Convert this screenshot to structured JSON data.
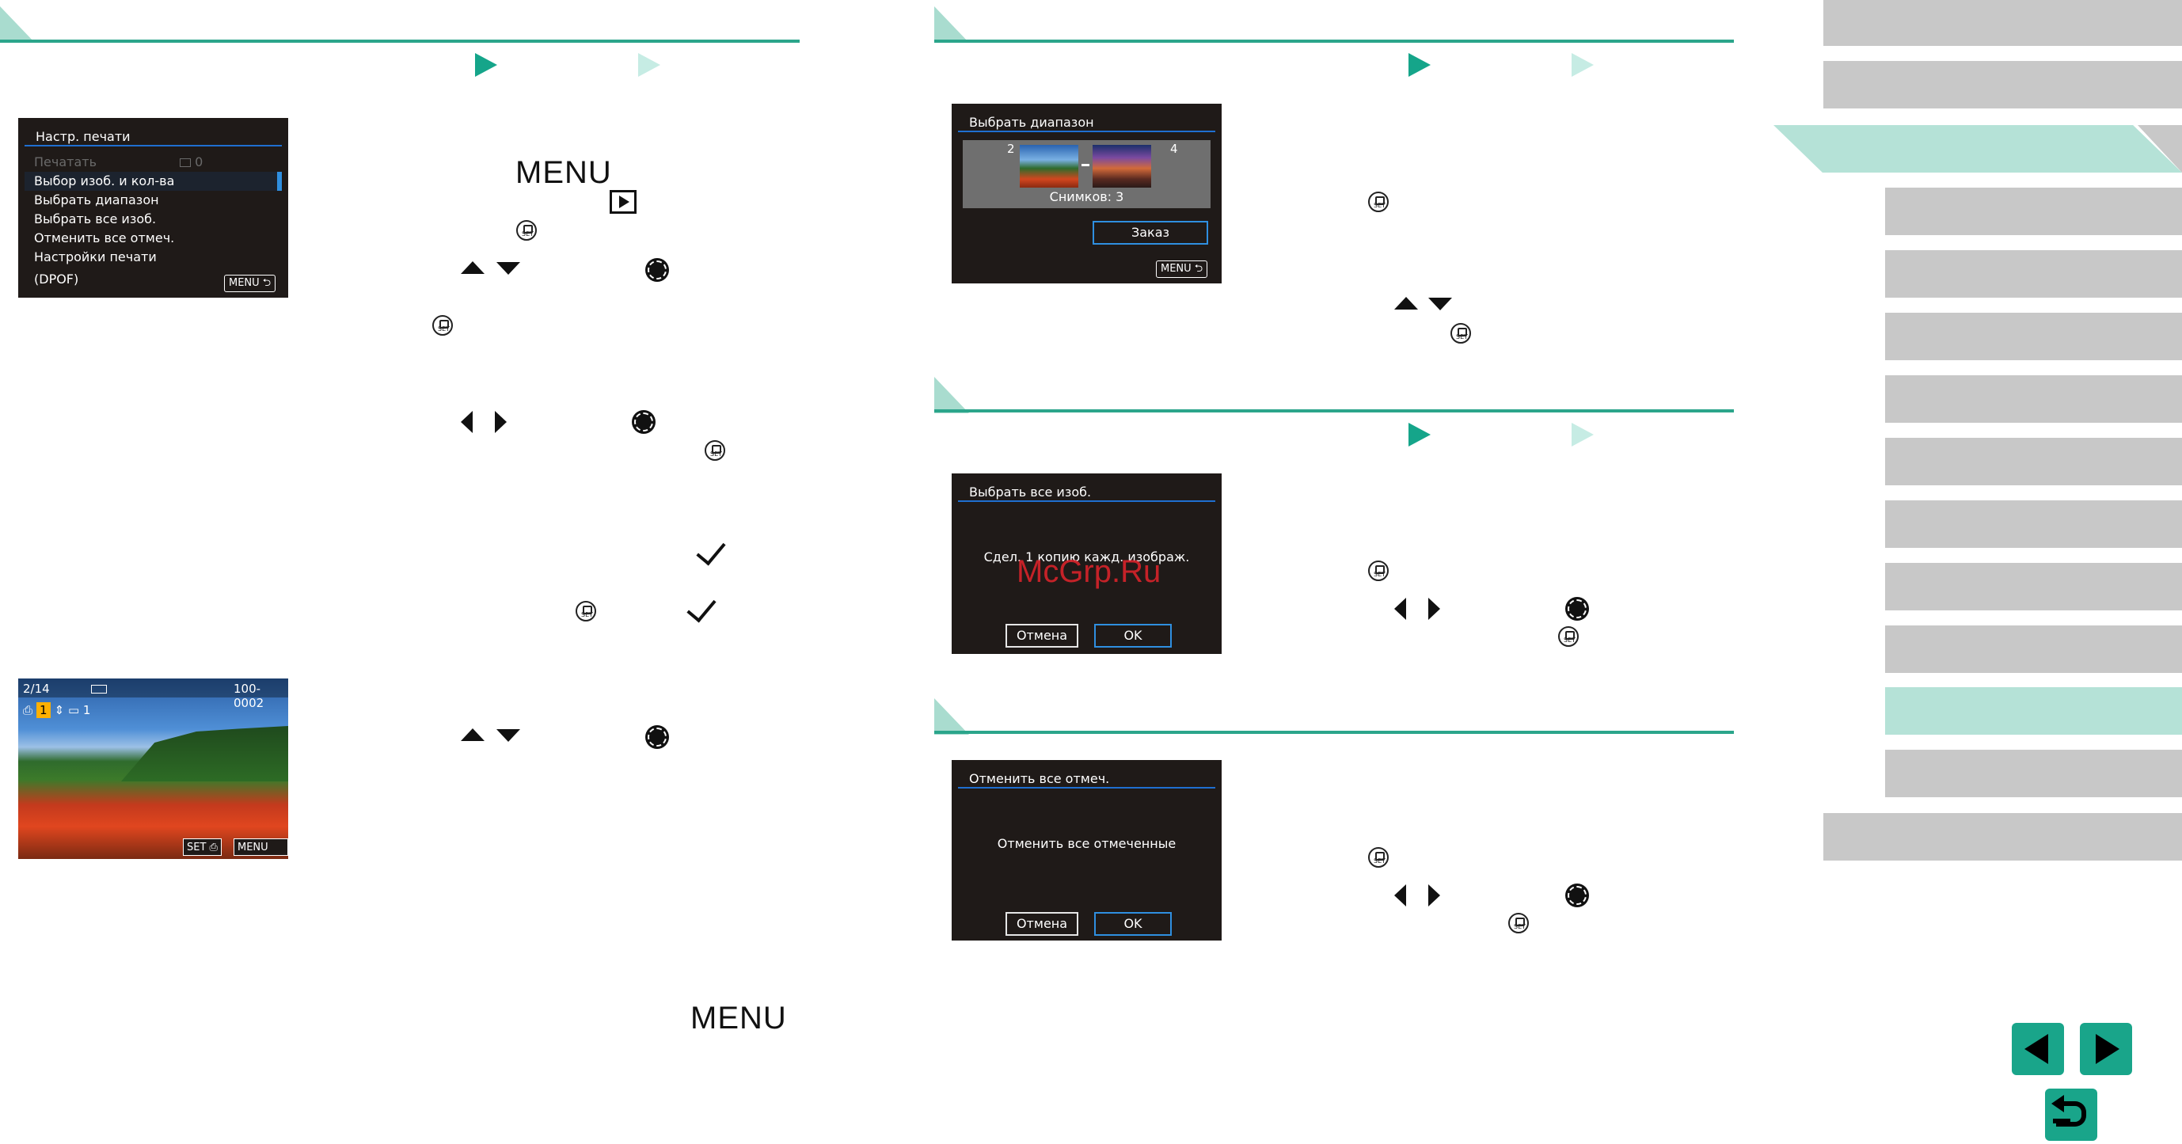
{
  "print_settings_screen": {
    "title": "Настр. печати",
    "rows": [
      "Печатать",
      "Выбор изоб. и кол-ва",
      "Выбрать диапазон",
      "Выбрать все изоб.",
      "Отменить все отмеч.",
      "Настройки печати",
      "(DPOF)"
    ],
    "print_count": "0",
    "menu_badge": "MENU"
  },
  "select_range_screen": {
    "title": "Выбрать диапазон",
    "start_num": "2",
    "end_num": "4",
    "shots_label": "Снимков: 3",
    "order_button": "Заказ",
    "menu_badge": "MENU"
  },
  "select_all_screen": {
    "title": "Выбрать все изоб.",
    "message": "Сдел. 1 копию кажд. изображ.",
    "cancel": "Отмена",
    "ok": "OK"
  },
  "cancel_all_screen": {
    "title": "Отменить все отмеч.",
    "message": "Отменить все отмеченные",
    "cancel": "Отмена",
    "ok": "OK"
  },
  "playback_screen": {
    "counter": "2/14",
    "file_no": "100-0002",
    "copies": "1",
    "copies_total": "1",
    "set_badge": "SET",
    "menu_badge": "MENU",
    "ok_label": "OK"
  },
  "steps": {
    "menu_word_top": "MENU",
    "menu_word_bottom": "MENU",
    "set_label": "SET"
  },
  "watermark": "McGrp.Ru",
  "colors": {
    "accent": "#15a58a",
    "accent_light": "#c6ece4",
    "tab_gray": "#c8c8c8",
    "tab_active": "#b5e2d7",
    "screen_bg": "#1f1a18",
    "screen_rule": "#1f6fd0"
  }
}
